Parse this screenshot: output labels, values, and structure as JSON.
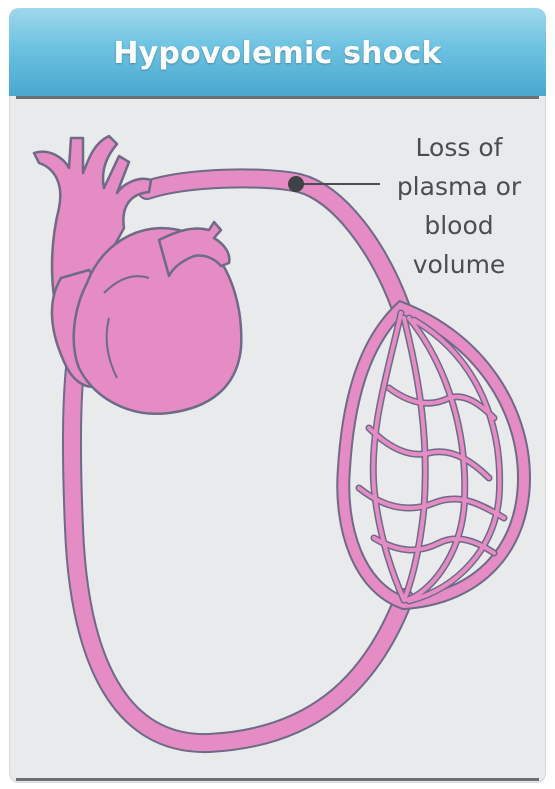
{
  "panel": {
    "title": "Hypovolemic shock",
    "annotation_lines": [
      "Loss of",
      "plasma or",
      "blood",
      "volume"
    ]
  },
  "colors": {
    "header_top": "#9fd8ec",
    "header_bottom": "#4aa8cf",
    "panel_background": "#e8eaec",
    "vessel_fill": "#e48cc3",
    "vessel_outline": "#6e6a88",
    "label_text": "#4a4e52"
  },
  "icons": {
    "heart": "heart-icon",
    "marker": "annotation-dot"
  }
}
